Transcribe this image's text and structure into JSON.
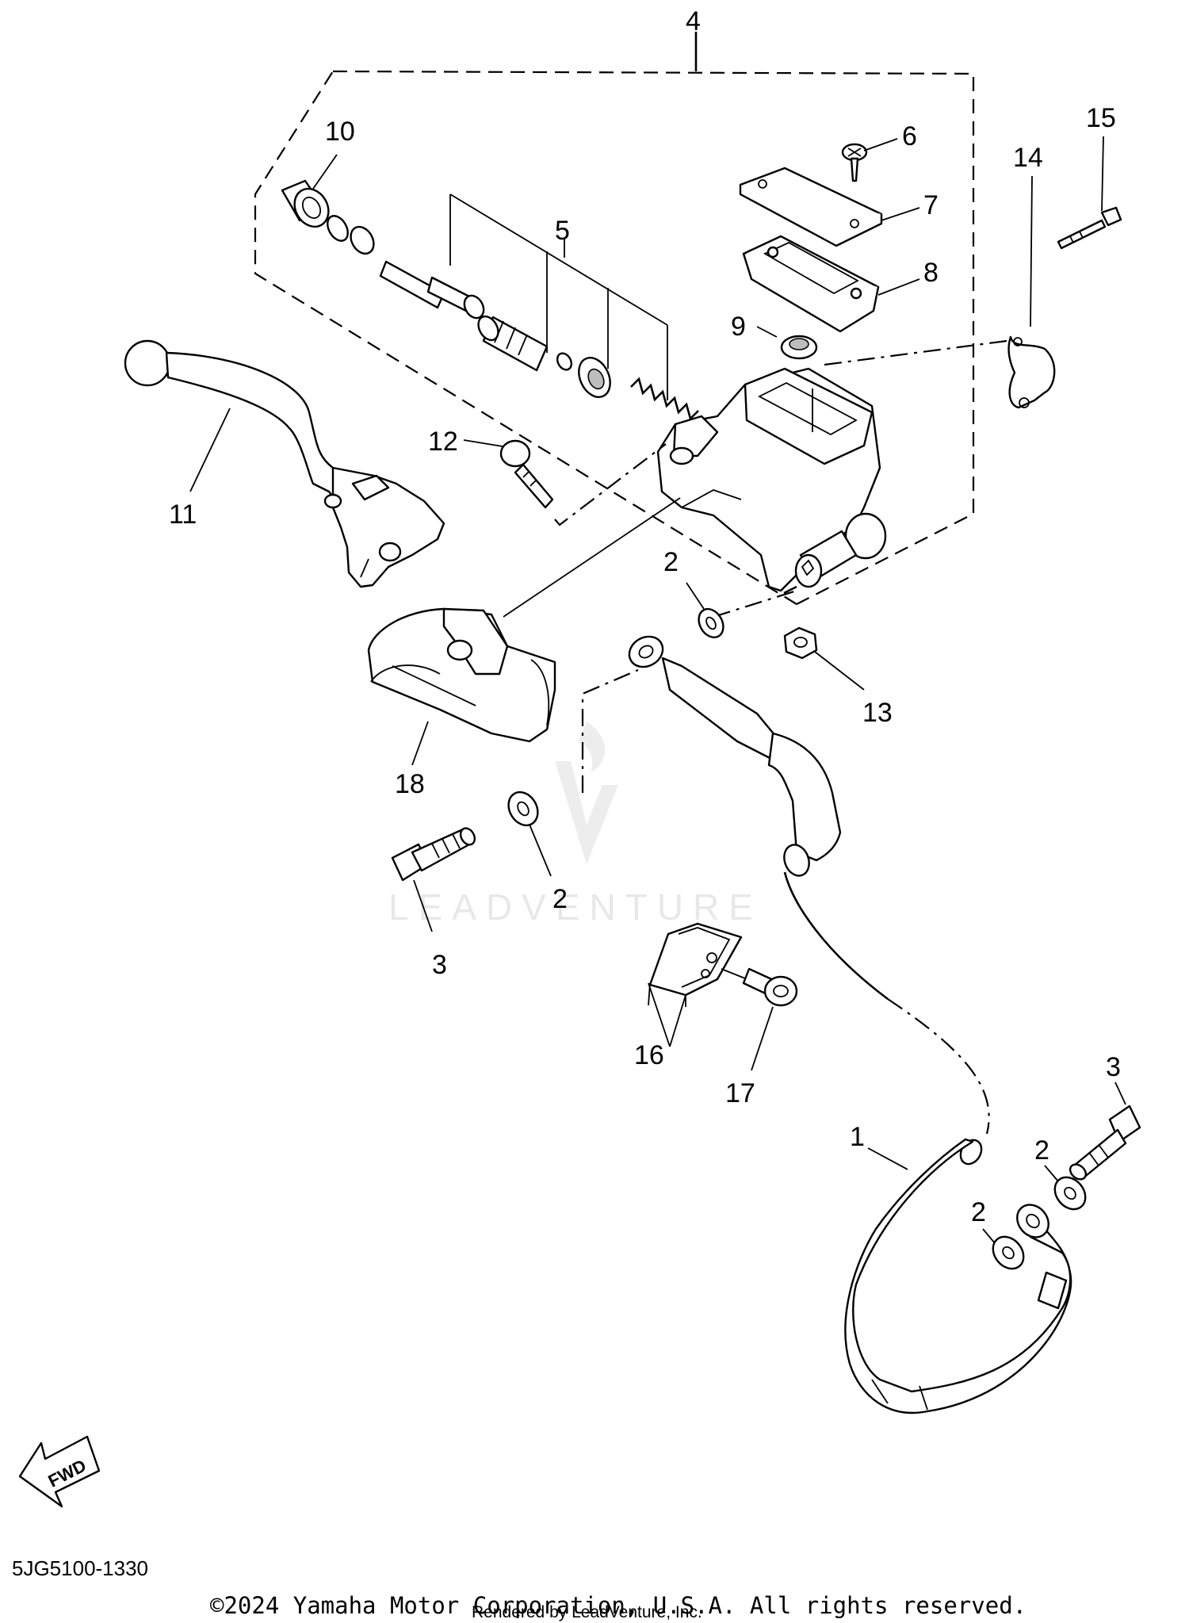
{
  "diagram": {
    "callouts": {
      "c1": "1",
      "c2a": "2",
      "c2b": "2",
      "c2c": "2",
      "c2d": "2",
      "c3a": "3",
      "c3b": "3",
      "c4": "4",
      "c5": "5",
      "c6": "6",
      "c7": "7",
      "c8": "8",
      "c9": "9",
      "c10": "10",
      "c11": "11",
      "c12": "12",
      "c13": "13",
      "c14": "14",
      "c15": "15",
      "c16": "16",
      "c17": "17",
      "c18": "18"
    },
    "diagram_code": "5JG5100-1330",
    "fwd_label": "FWD",
    "watermark": "LEADVENTURE",
    "copyright": "©2024 Yamaha Motor Corporation, U.S.A. All rights reserved.",
    "rendered_by": "Rendered by LeadVenture, Inc."
  },
  "colors": {
    "line": "#000000",
    "shade": "#bdbdbd",
    "watermark": "#e6e6e6",
    "background": "#ffffff"
  }
}
